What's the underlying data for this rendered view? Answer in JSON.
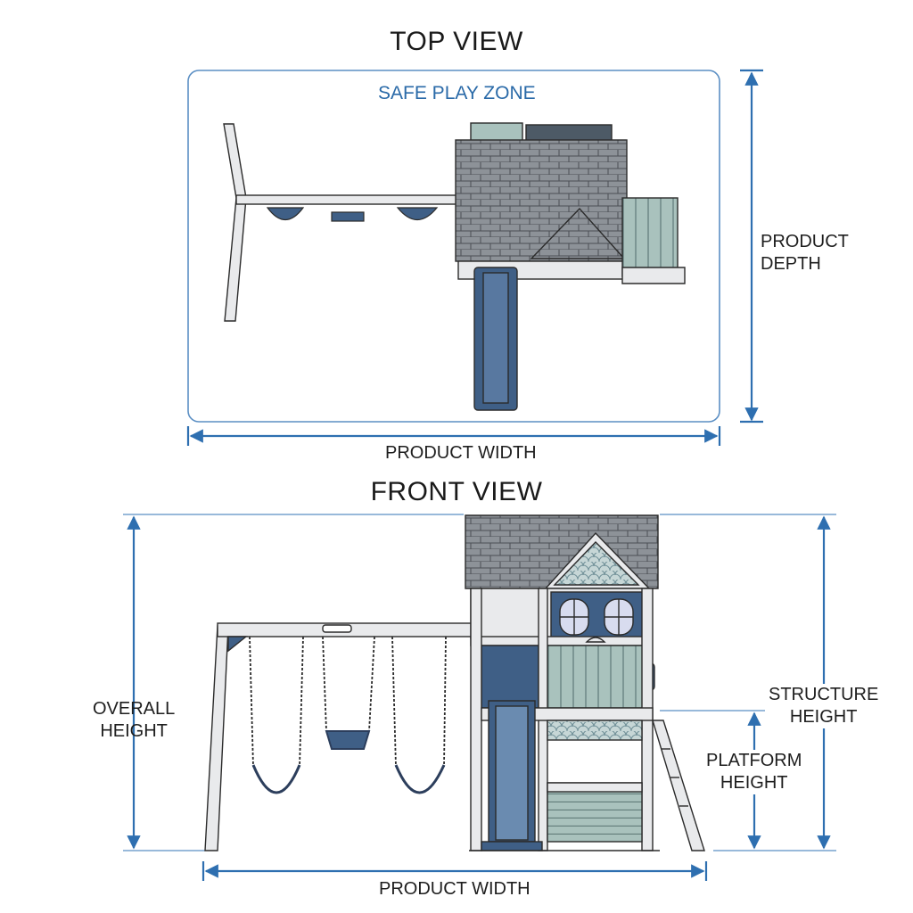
{
  "top_view": {
    "title": "TOP VIEW",
    "zone_label": "SAFE PLAY ZONE",
    "depth_label_line1": "PRODUCT",
    "depth_label_line2": "DEPTH",
    "width_label": "PRODUCT WIDTH"
  },
  "front_view": {
    "title": "FRONT VIEW",
    "overall_line1": "OVERALL",
    "overall_line2": "HEIGHT",
    "structure_line1": "STRUCTURE",
    "structure_line2": "HEIGHT",
    "platform_line1": "PLATFORM",
    "platform_line2": "HEIGHT",
    "width_label": "PRODUCT WIDTH"
  },
  "colors": {
    "dimension_blue": "#2e6fb0",
    "roof_gray": "#8a8f96",
    "wood_white": "#e9eaec",
    "accent_navy": "#3f5f86",
    "panel_sage": "#a9c2bd",
    "outline": "#2b2b2b"
  }
}
